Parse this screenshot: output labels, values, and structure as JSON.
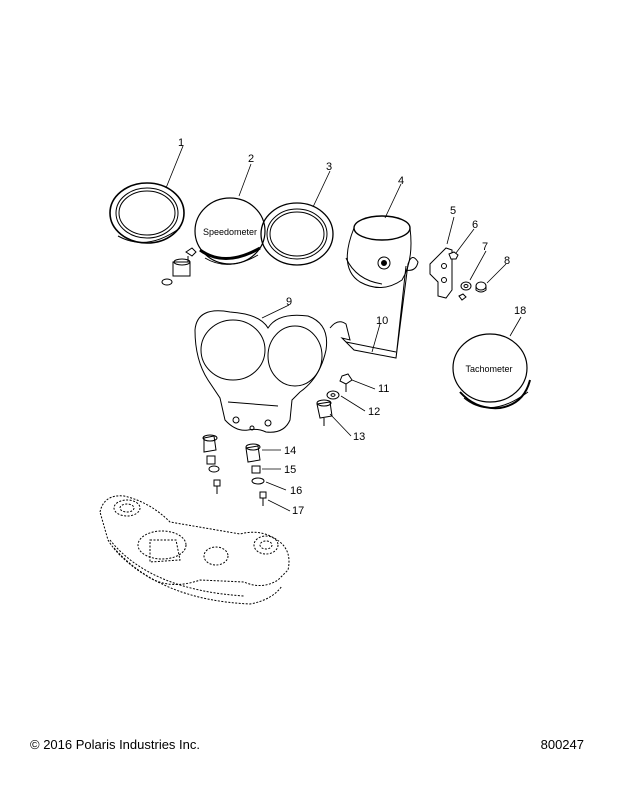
{
  "callouts": {
    "c1": "1",
    "c2": "2",
    "c3": "3",
    "c4": "4",
    "c5": "5",
    "c6": "6",
    "c7": "7",
    "c8": "8",
    "c9": "9",
    "c10": "10",
    "c11": "11",
    "c12": "12",
    "c13": "13",
    "c14": "14",
    "c15": "15",
    "c16": "16",
    "c17": "17",
    "c18": "18"
  },
  "labels": {
    "speedometer": "Speedometer",
    "tachometer": "Tachometer"
  },
  "footer": {
    "copyright": "© 2016 Polaris Industries Inc.",
    "drawing_number": "800247"
  }
}
